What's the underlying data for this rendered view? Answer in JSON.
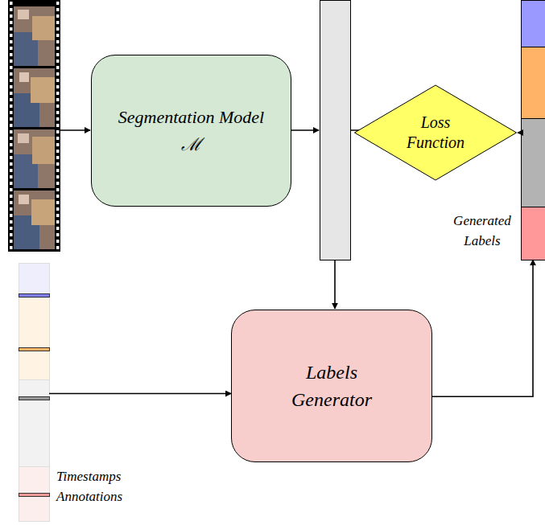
{
  "diagram": {
    "nodes": [
      {
        "text": [
          "Segmentation Model ℳ"
        ]
      },
      {
        "text": [
          "Loss Function"
        ]
      },
      {
        "text": [
          "Generated Labels"
        ]
      },
      {
        "text": [
          "Timestamps Annotations"
        ]
      },
      {
        "text": [
          "Labels Generator"
        ]
      }
    ],
    "edges": [
      {
        "from": 3,
        "to": 4,
        "arrow": "to"
      },
      {
        "from": 4,
        "to": 2,
        "arrow": "to"
      },
      {
        "from": 2,
        "to": 1,
        "arrow": "to"
      }
    ]
  }
}
